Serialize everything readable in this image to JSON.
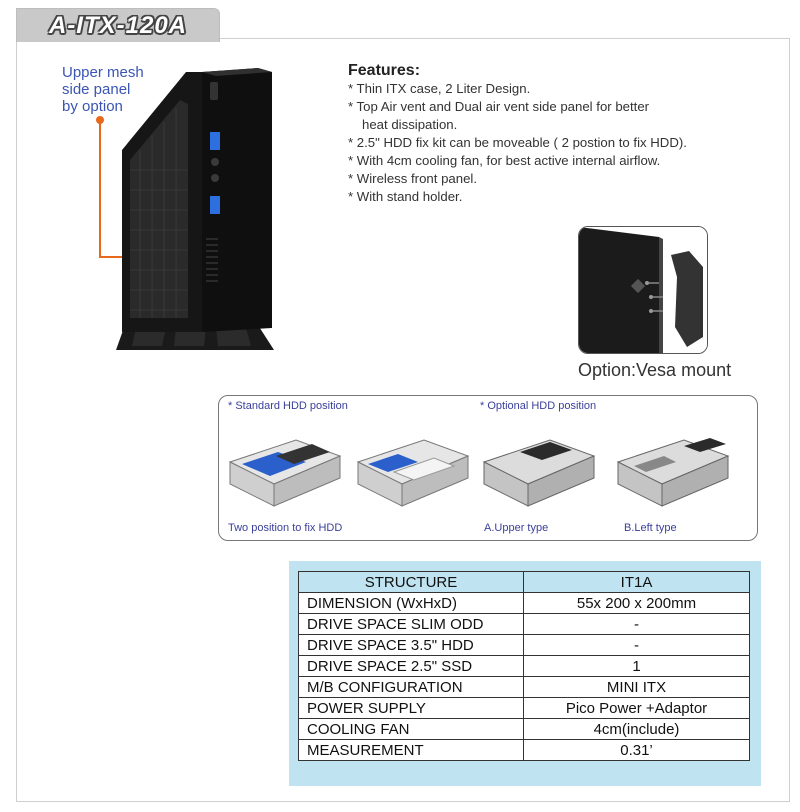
{
  "title": "A-ITX-120A",
  "mesh_label": [
    "Upper mesh",
    "side panel",
    "by option"
  ],
  "features": {
    "heading": "Features:",
    "items": [
      "* Thin ITX case, 2 Liter Design.",
      "* Top Air vent and Dual air vent side panel for better",
      "   heat dissipation.",
      "* 2.5\" HDD fix kit can be moveable ( 2 postion to fix HDD).",
      "* With 4cm cooling fan, for best active internal airflow.",
      "* Wireless front panel.",
      "* With stand holder."
    ]
  },
  "vesa_caption": "Option:Vesa mount",
  "hdd": {
    "standard_label": "* Standard HDD position",
    "optional_label": "* Optional HDD position",
    "two_position_label": "Two position to fix HDD",
    "upper_label": "A.Upper type",
    "left_label": "B.Left type"
  },
  "spec": {
    "header": [
      "STRUCTURE",
      "IT1A"
    ],
    "rows": [
      [
        "DIMENSION (WxHxD)",
        "55x 200 x 200mm"
      ],
      [
        "DRIVE SPACE SLIM ODD",
        "-"
      ],
      [
        "DRIVE SPACE 3.5\" HDD",
        "-"
      ],
      [
        "DRIVE SPACE 2.5\" SSD",
        "1"
      ],
      [
        "M/B CONFIGURATION",
        "MINI ITX"
      ],
      [
        "POWER SUPPLY",
        "Pico Power +Adaptor"
      ],
      [
        "COOLING FAN",
        "4cm(include)"
      ],
      [
        "MEASUREMENT",
        "0.31’"
      ]
    ]
  },
  "colors": {
    "accent_line": "#e8691c",
    "label_blue": "#3a55b4",
    "table_bg": "#bfe3f0",
    "usb_blue": "#2e6fe0"
  }
}
